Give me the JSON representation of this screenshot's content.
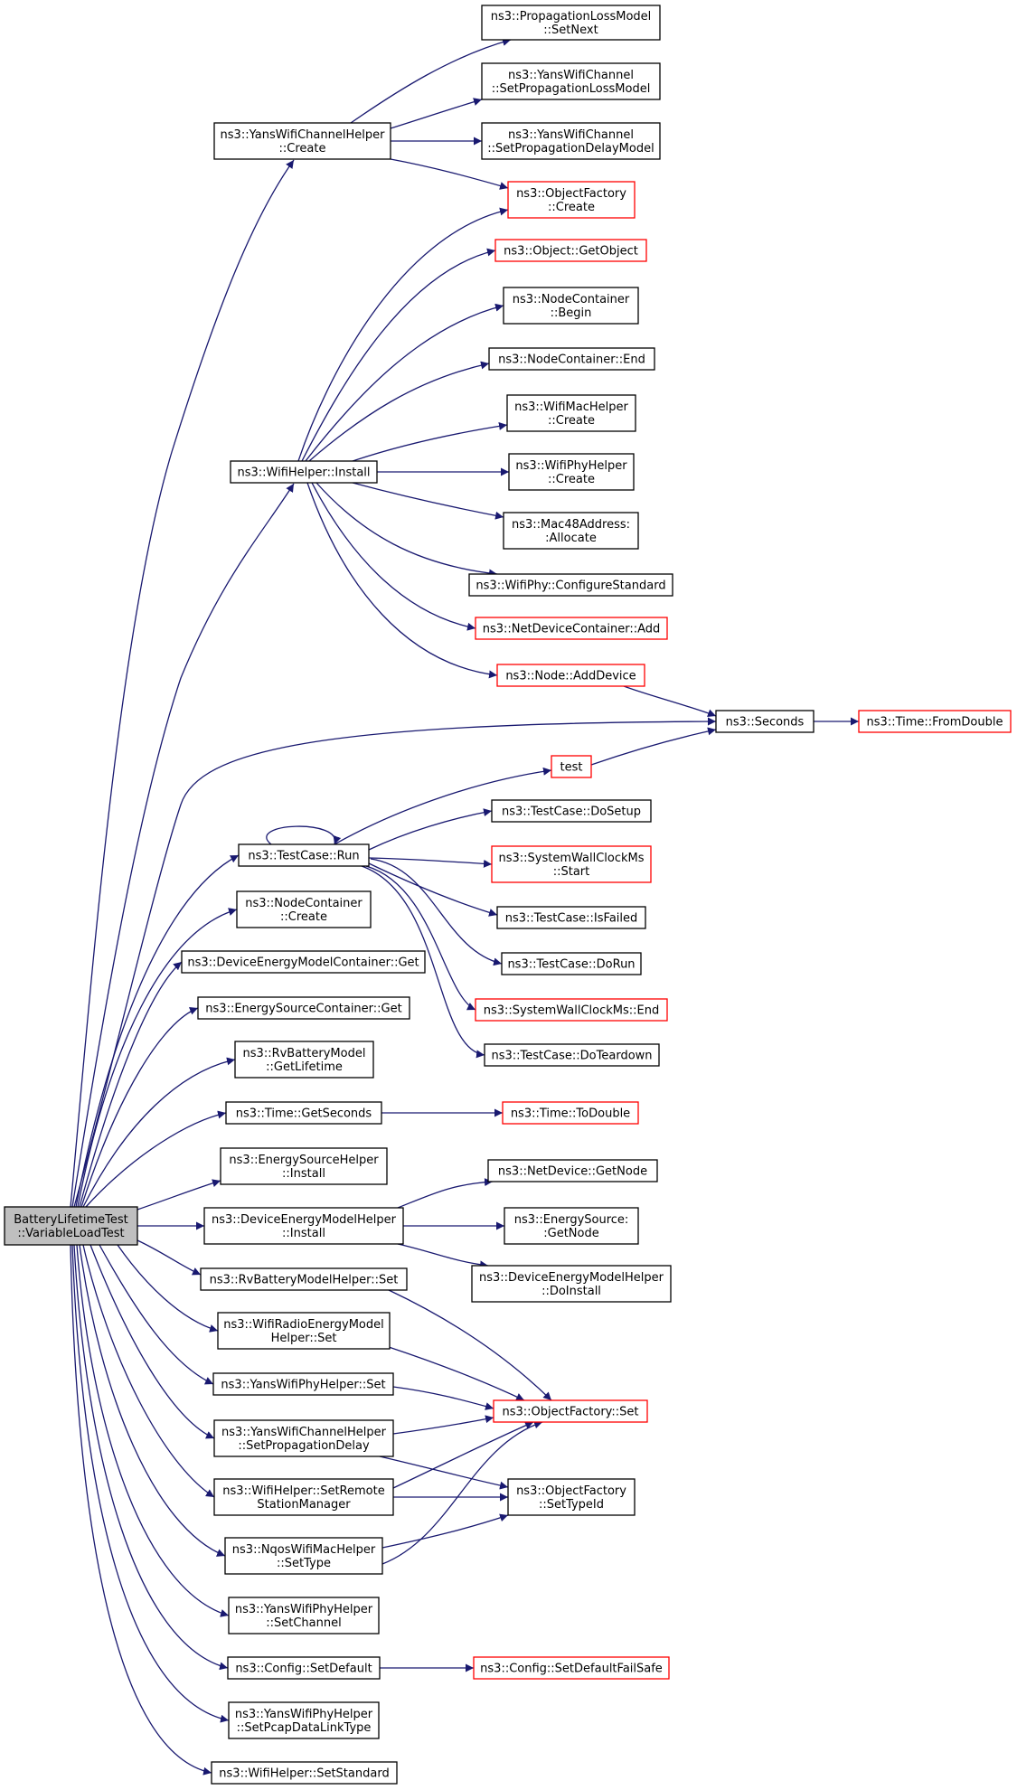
{
  "diagram": {
    "colors": {
      "edge": "#191970",
      "incomplete_border": "#ff0000",
      "border": "#000000",
      "root_fill": "#bfbfbf"
    },
    "nodes": {
      "root": {
        "lines": [
          "BatteryLifetimeTest",
          "::VariableLoadTest"
        ]
      },
      "yans_channel_helper_create": {
        "lines": [
          "ns3::YansWifiChannelHelper",
          "::Create"
        ]
      },
      "prop_loss_setnext": {
        "lines": [
          "ns3::PropagationLossModel",
          "::SetNext"
        ]
      },
      "yans_channel_set_loss": {
        "lines": [
          "ns3::YansWifiChannel",
          "::SetPropagationLossModel"
        ]
      },
      "yans_channel_set_delay": {
        "lines": [
          "ns3::YansWifiChannel",
          "::SetPropagationDelayModel"
        ]
      },
      "object_factory_create": {
        "lines": [
          "ns3::ObjectFactory",
          "::Create"
        ]
      },
      "object_getobject": {
        "lines": [
          "ns3::Object::GetObject"
        ]
      },
      "node_container_begin": {
        "lines": [
          "ns3::NodeContainer",
          "::Begin"
        ]
      },
      "node_container_end": {
        "lines": [
          "ns3::NodeContainer::End"
        ]
      },
      "wifi_mac_helper_create": {
        "lines": [
          "ns3::WifiMacHelper",
          "::Create"
        ]
      },
      "wifi_phy_helper_create": {
        "lines": [
          "ns3::WifiPhyHelper",
          "::Create"
        ]
      },
      "wifi_helper_install": {
        "lines": [
          "ns3::WifiHelper::Install"
        ]
      },
      "mac48_allocate": {
        "lines": [
          "ns3::Mac48Address:",
          ":Allocate"
        ]
      },
      "wifiphy_configure": {
        "lines": [
          "ns3::WifiPhy::ConfigureStandard"
        ]
      },
      "netdevice_container_add": {
        "lines": [
          "ns3::NetDeviceContainer::Add"
        ]
      },
      "node_adddevice": {
        "lines": [
          "ns3::Node::AddDevice"
        ]
      },
      "seconds": {
        "lines": [
          "ns3::Seconds"
        ]
      },
      "time_fromdouble": {
        "lines": [
          "ns3::Time::FromDouble"
        ]
      },
      "test": {
        "lines": [
          "test"
        ]
      },
      "testcase_run": {
        "lines": [
          "ns3::TestCase::Run"
        ]
      },
      "testcase_dosetup": {
        "lines": [
          "ns3::TestCase::DoSetup"
        ]
      },
      "wallclock_start": {
        "lines": [
          "ns3::SystemWallClockMs",
          "::Start"
        ]
      },
      "testcase_isfailed": {
        "lines": [
          "ns3::TestCase::IsFailed"
        ]
      },
      "testcase_dorun": {
        "lines": [
          "ns3::TestCase::DoRun"
        ]
      },
      "wallclock_end": {
        "lines": [
          "ns3::SystemWallClockMs::End"
        ]
      },
      "testcase_doteardown": {
        "lines": [
          "ns3::TestCase::DoTeardown"
        ]
      },
      "node_container_create": {
        "lines": [
          "ns3::NodeContainer",
          "::Create"
        ]
      },
      "dem_container_get": {
        "lines": [
          "ns3::DeviceEnergyModelContainer::Get"
        ]
      },
      "es_container_get": {
        "lines": [
          "ns3::EnergySourceContainer::Get"
        ]
      },
      "rv_getlifetime": {
        "lines": [
          "ns3::RvBatteryModel",
          "::GetLifetime"
        ]
      },
      "time_getseconds": {
        "lines": [
          "ns3::Time::GetSeconds"
        ]
      },
      "time_todouble": {
        "lines": [
          "ns3::Time::ToDouble"
        ]
      },
      "es_helper_install": {
        "lines": [
          "ns3::EnergySourceHelper",
          "::Install"
        ]
      },
      "netdevice_getnode": {
        "lines": [
          "ns3::NetDevice::GetNode"
        ]
      },
      "dem_helper_install": {
        "lines": [
          "ns3::DeviceEnergyModelHelper",
          "::Install"
        ]
      },
      "energysource_getnode": {
        "lines": [
          "ns3::EnergySource:",
          ":GetNode"
        ]
      },
      "dem_helper_doinstall": {
        "lines": [
          "ns3::DeviceEnergyModelHelper",
          "::DoInstall"
        ]
      },
      "rv_helper_set": {
        "lines": [
          "ns3::RvBatteryModelHelper::Set"
        ]
      },
      "wifi_radio_energy_set": {
        "lines": [
          "ns3::WifiRadioEnergyModel",
          "Helper::Set"
        ]
      },
      "yans_phy_helper_set": {
        "lines": [
          "ns3::YansWifiPhyHelper::Set"
        ]
      },
      "object_factory_set": {
        "lines": [
          "ns3::ObjectFactory::Set"
        ]
      },
      "yans_channel_set_prop_delay": {
        "lines": [
          "ns3::YansWifiChannelHelper",
          "::SetPropagationDelay"
        ]
      },
      "object_factory_settypeid": {
        "lines": [
          "ns3::ObjectFactory",
          "::SetTypeId"
        ]
      },
      "wifi_helper_set_remote": {
        "lines": [
          "ns3::WifiHelper::SetRemote",
          "StationManager"
        ]
      },
      "nqos_settype": {
        "lines": [
          "ns3::NqosWifiMacHelper",
          "::SetType"
        ]
      },
      "yans_phy_setchannel": {
        "lines": [
          "ns3::YansWifiPhyHelper",
          "::SetChannel"
        ]
      },
      "config_setdefault": {
        "lines": [
          "ns3::Config::SetDefault"
        ]
      },
      "config_setdefaultfailsafe": {
        "lines": [
          "ns3::Config::SetDefaultFailSafe"
        ]
      },
      "yans_phy_setpcap": {
        "lines": [
          "ns3::YansWifiPhyHelper",
          "::SetPcapDataLinkType"
        ]
      },
      "wifi_helper_setstandard": {
        "lines": [
          "ns3::WifiHelper::SetStandard"
        ]
      }
    }
  }
}
